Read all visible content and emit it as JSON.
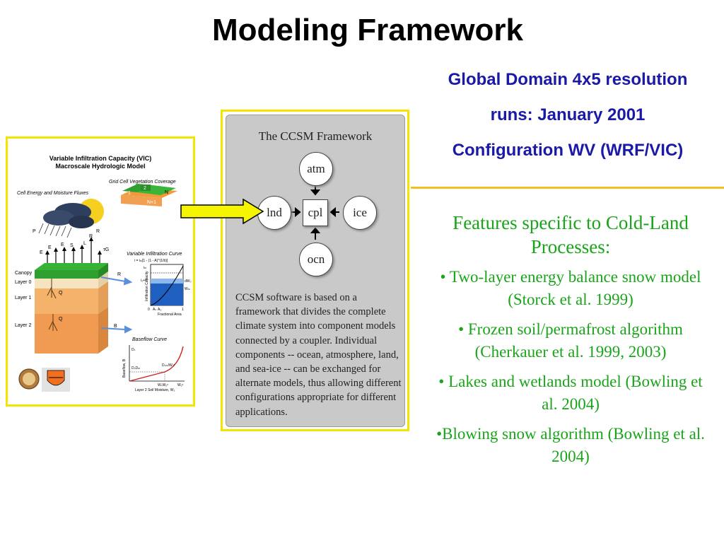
{
  "slide": {
    "title": "Modeling Framework",
    "info_lines": [
      "Global Domain 4x5 resolution",
      "runs: January 2001",
      "Configuration WV (WRF/VIC)"
    ],
    "features_heading": "Features specific to Cold-Land Processes:",
    "features": [
      "• Two-layer energy balance snow model (Storck et al. 1999)",
      "• Frozen soil/permafrost algorithm (Cherkauer et al. 1999, 2003)",
      "• Lakes and wetlands model (Bowling et al. 2004)",
      "•Blowing snow algorithm (Bowling et al. 2004)"
    ]
  },
  "vic_figure": {
    "title_line1": "Variable Infiltration Capacity (VIC)",
    "title_line2": "Macroscale Hydrologic Model",
    "grid_cell_label": "Grid Cell Vegetation Coverage",
    "fluxes_label": "Cell Energy and Moisture Fluxes",
    "infil_curve_label": "Variable Infiltration Curve",
    "infil_equation": "i = iₘ[1 - (1 - A)^(1/b)]",
    "baseflow_curve_label": "Baseflow Curve",
    "layers": [
      "Canopy",
      "Layer 0",
      "Layer 1",
      "Layer 2"
    ],
    "flux_symbols": [
      "P",
      "E",
      "E",
      "E",
      "S",
      "L",
      "R",
      "R",
      "τG",
      "Q",
      "Q",
      "R",
      "B"
    ],
    "veg_tiles": [
      "1",
      "2",
      "N",
      "N+1"
    ],
    "infil_axis_x": "Fractional Area",
    "infil_axis_y": "Infiltration Capacity",
    "infil_ticks": [
      "0",
      "1",
      "Aₛ",
      "A₀"
    ],
    "infil_annotations": [
      "iₘ",
      "i₀+P",
      "Wₘ",
      "dW₀"
    ],
    "baseflow_axis_x": "Layer 2 Soil Moisture, W₂",
    "baseflow_axis_y": "Baseflow, B",
    "baseflow_annotations": [
      "Dₛ",
      "DₛDₘ",
      "Dₛₘ/W₂ᶜ",
      "WₛW₂ᶜ",
      "W₂ᶜ"
    ]
  },
  "ccsm_figure": {
    "title": "The CCSM Framework",
    "nodes": {
      "top": "atm",
      "left": "lnd",
      "center": "cpl",
      "right": "ice",
      "bottom": "ocn"
    },
    "description": "CCSM software is based on a framework that divides the complete climate system into component models connected by a coupler. Individual components -- ocean, atmosphere, land, and sea-ice -- can be exchanged for alternate models, thus allowing different configurations appropriate for different applications."
  },
  "colors": {
    "title": "#000000",
    "info_text": "#1a1aa6",
    "features_text": "#1aa41a",
    "frame_border": "#f2e600",
    "arrow_fill": "#f5f500",
    "rule": "#f0c020",
    "ccsm_panel": "#c9c9c9"
  }
}
